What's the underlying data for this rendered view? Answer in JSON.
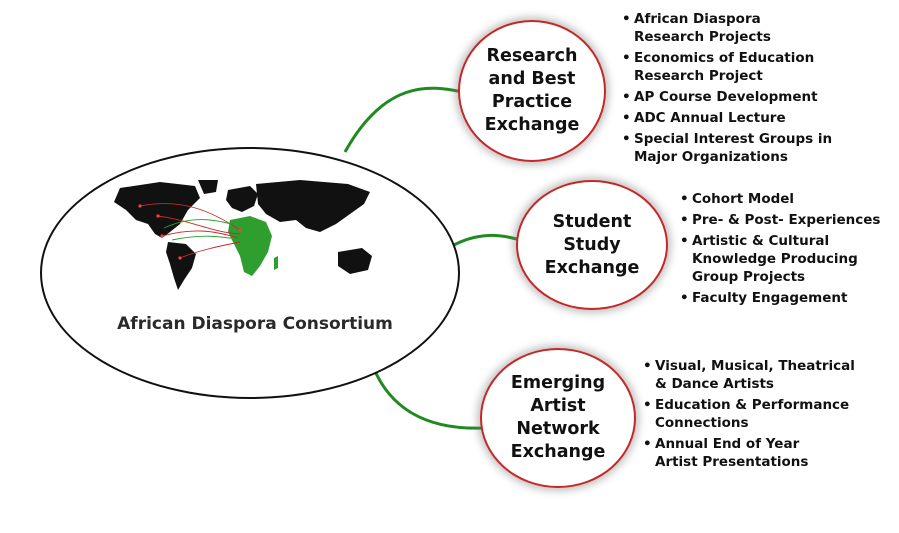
{
  "hub": {
    "title": "African Diaspora Consortium"
  },
  "nodes": [
    {
      "label": "Research\nand Best\nPractice\nExchange",
      "items": [
        "African Diaspora\nResearch Projects",
        "Economics of Education\nResearch Project",
        "AP Course Development",
        "ADC Annual Lecture",
        "Special Interest Groups in\nMajor Organizations"
      ]
    },
    {
      "label": "Student\nStudy\nExchange",
      "items": [
        "Cohort Model",
        "Pre- & Post- Experiences",
        "Artistic & Cultural\nKnowledge Producing\nGroup Projects",
        "Faculty Engagement"
      ]
    },
    {
      "label": "Emerging\nArtist\nNetwork\nExchange",
      "items": [
        "Visual, Musical, Theatrical\n& Dance Artists",
        "Education & Performance\nConnections",
        "Annual End of Year\nArtist Presentations"
      ]
    }
  ],
  "colors": {
    "connector": "#1f8a1f",
    "node_border": "#c62828",
    "africa": "#2e9e2e",
    "land": "#111111"
  }
}
